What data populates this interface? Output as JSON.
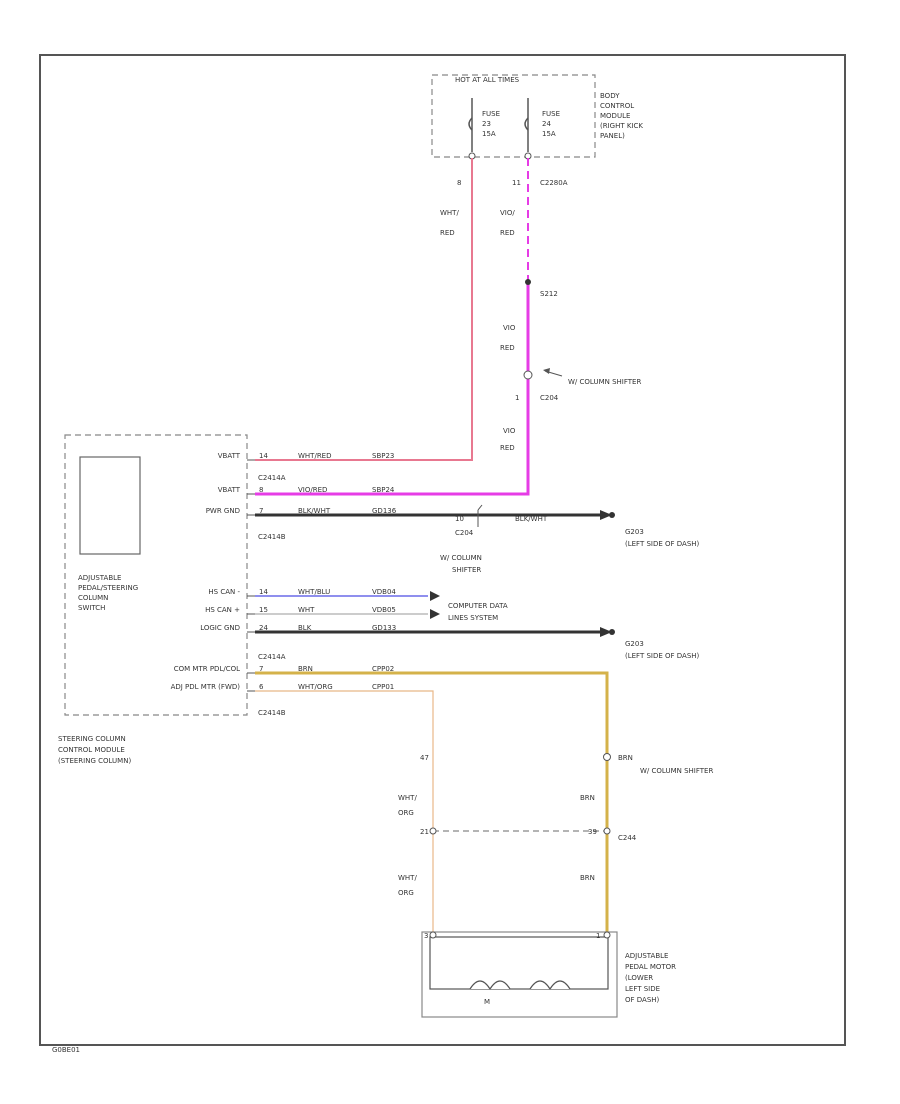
{
  "diagram": {
    "footer_code": "G0BE01",
    "colors": {
      "frame": "#555555",
      "wire_pink": "#e87890",
      "wire_magenta": "#e63ce6",
      "wire_black": "#333333",
      "wire_blue": "#6a6ae8",
      "wire_white": "#bbbbbb",
      "wire_brown": "#d4b24a",
      "wire_orange_white": "#e8b888"
    },
    "fuse_box": {
      "title": "HOT AT ALL TIMES",
      "fuse1": [
        "FUSE",
        "23",
        "15A"
      ],
      "fuse2": [
        "FUSE",
        "24",
        "15A"
      ],
      "pin_left": "8",
      "pin_right": "11",
      "connector": "C2280A",
      "module_label": [
        "BODY",
        "CONTROL",
        "MODULE",
        "(RIGHT KICK",
        "PANEL)"
      ]
    },
    "upper_wires": {
      "left_color": [
        "WHT/",
        "RED"
      ],
      "right_color_1": [
        "VIO/",
        "RED"
      ],
      "splice": "S212",
      "right_color_2": [
        "VIO",
        "RED"
      ],
      "column_shifter_c": "W/ COLUMN SHIFTER",
      "pin_c204": "1",
      "c204": "C204",
      "right_color_3": [
        "VIO",
        "RED"
      ]
    },
    "module": {
      "label": [
        "ADJUSTABLE",
        "PEDAL/STEERING",
        "COLUMN",
        "SWITCH"
      ],
      "name": [
        "STEERING COLUMN",
        "CONTROL MODULE",
        "(STEERING COLUMN)"
      ],
      "connectors": {
        "c1": "C2414A",
        "c2": "C2414B",
        "c3": "C2414A",
        "c4": "C2414B"
      },
      "rows": [
        {
          "label": "VBATT",
          "pin": "14",
          "color": "WHT/RED",
          "circuit": "SBP23"
        },
        {
          "label": "VBATT",
          "pin": "8",
          "color": "VIO/RED",
          "circuit": "SBP24"
        },
        {
          "label": "PWR GND",
          "pin": "7",
          "color": "BLK/WHT",
          "circuit": "GD136"
        },
        {
          "label": "HS CAN -",
          "pin": "14",
          "color": "WHT/BLU",
          "circuit": "VDB04"
        },
        {
          "label": "HS CAN +",
          "pin": "15",
          "color": "WHT",
          "circuit": "VDB05"
        },
        {
          "label": "LOGIC GND",
          "pin": "24",
          "color": "BLK",
          "circuit": "GD133"
        },
        {
          "label": "COM MTR PDL/COL",
          "pin": "7",
          "color": "BRN",
          "circuit": "CPP02"
        },
        {
          "label": "ADJ PDL MTR (FWD)",
          "pin": "6",
          "color": "WHT/ORG",
          "circuit": "CPP01"
        }
      ]
    },
    "ground_branch": {
      "pin": "10",
      "connector": "C204",
      "color": "BLK/WHT",
      "note": [
        "W/ COLUMN",
        "SHIFTER"
      ],
      "g_label": [
        "G203",
        "(LEFT SIDE OF DASH)"
      ]
    },
    "can_label": [
      "COMPUTER DATA",
      "LINES SYSTEM"
    ],
    "logic_ground": [
      "G203",
      "(LEFT SIDE OF DASH)"
    ],
    "lower": {
      "pin_47": "47",
      "color_a1": [
        "WHT/",
        "ORG"
      ],
      "pin_21": "21",
      "color_a2": [
        "WHT/",
        "ORG"
      ],
      "brn_pin": "BRN",
      "brn_note": "W/ COLUMN SHIFTER",
      "color_b1": "BRN",
      "pin_39": "39",
      "c244": "C244",
      "color_b2": "BRN",
      "motor_pin_left": "3",
      "motor_pin_right": "1",
      "motor_symbol": "M",
      "motor_label": [
        "ADJUSTABLE",
        "PEDAL MOTOR",
        "(LOWER",
        "LEFT SIDE",
        "OF DASH)"
      ]
    }
  }
}
